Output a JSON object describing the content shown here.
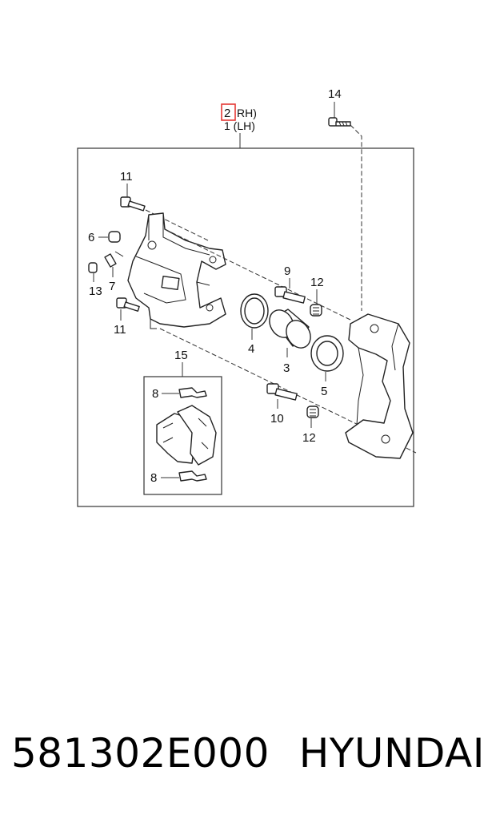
{
  "diagram": {
    "assembly": {
      "rh_number": "2",
      "rh_suffix": "RH)",
      "lh_label": "1 (LH)"
    },
    "callouts": {
      "bolt_top": "14",
      "guide_bolt_upper": "11",
      "guide_bolt_lower": "11",
      "bleeder_cap": "6",
      "bleeder_screw": "7",
      "cap": "13",
      "piston_seal": "4",
      "piston": "3",
      "dust_boot": "5",
      "guide_pin_upper": "9",
      "guide_pin_lower": "10",
      "pin_boot_upper": "12",
      "pin_boot_lower": "12",
      "pad_kit": "15",
      "spring_upper": "8",
      "spring_lower": "8"
    }
  },
  "footer": {
    "part_number": "581302E000",
    "brand": "HYUNDAI"
  },
  "colors": {
    "highlight": "#e53935",
    "line": "#222222"
  }
}
